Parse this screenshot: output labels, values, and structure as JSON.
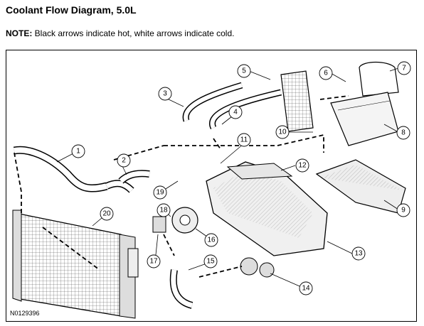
{
  "title": "Coolant Flow Diagram, 5.0L",
  "note_label": "NOTE:",
  "note_text": " Black arrows indicate hot, white arrows indicate cold.",
  "figure_id": "N0129396",
  "callouts": [
    "1",
    "2",
    "3",
    "4",
    "5",
    "6",
    "7",
    "8",
    "9",
    "10",
    "11",
    "12",
    "13",
    "14",
    "15",
    "16",
    "17",
    "18",
    "19",
    "20"
  ]
}
